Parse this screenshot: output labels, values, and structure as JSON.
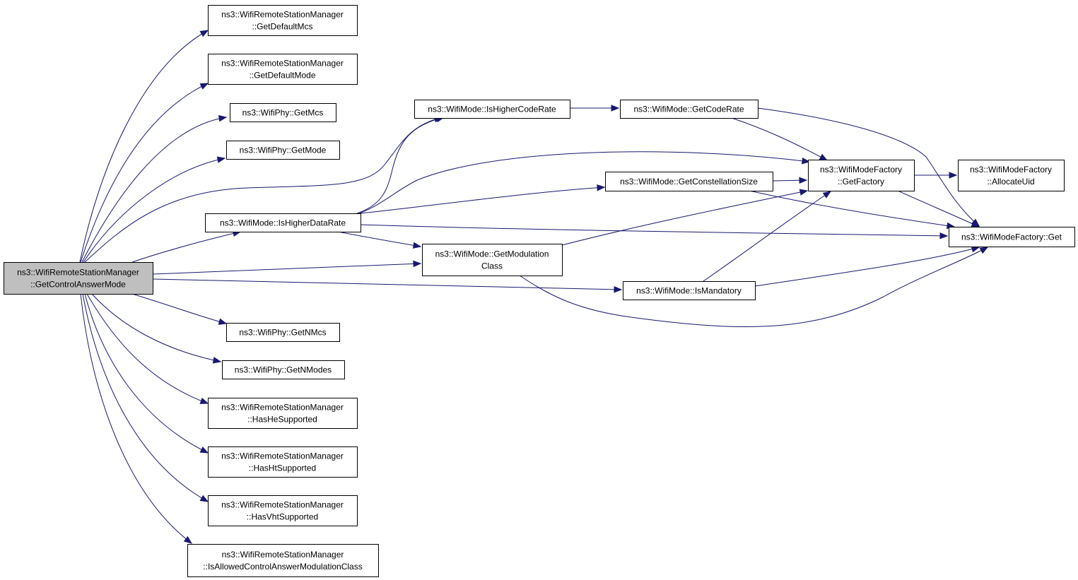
{
  "diagram": {
    "edge_color": "#191970",
    "root_fill": "#bfbfbf",
    "nodes": [
      {
        "id": "root",
        "lines": [
          "ns3::WifiRemoteStationManager",
          "::GetControlAnswerMode"
        ],
        "root": true
      },
      {
        "id": "getDefaultMcs",
        "lines": [
          "ns3::WifiRemoteStationManager",
          "::GetDefaultMcs"
        ]
      },
      {
        "id": "getDefaultMode",
        "lines": [
          "ns3::WifiRemoteStationManager",
          "::GetDefaultMode"
        ]
      },
      {
        "id": "phyGetMcs",
        "lines": [
          "ns3::WifiPhy::GetMcs"
        ]
      },
      {
        "id": "phyGetMode",
        "lines": [
          "ns3::WifiPhy::GetMode"
        ]
      },
      {
        "id": "isHigherDataRate",
        "lines": [
          "ns3::WifiMode::IsHigherDataRate"
        ]
      },
      {
        "id": "isHigherCodeRate",
        "lines": [
          "ns3::WifiMode::IsHigherCodeRate"
        ]
      },
      {
        "id": "getCodeRate",
        "lines": [
          "ns3::WifiMode::GetCodeRate"
        ]
      },
      {
        "id": "getConstellationSize",
        "lines": [
          "ns3::WifiMode::GetConstellationSize"
        ]
      },
      {
        "id": "getModulationClass",
        "lines": [
          "ns3::WifiMode::GetModulation",
          "Class"
        ]
      },
      {
        "id": "isMandatory",
        "lines": [
          "ns3::WifiMode::IsMandatory"
        ]
      },
      {
        "id": "getFactory",
        "lines": [
          "ns3::WifiModeFactory",
          "::GetFactory"
        ]
      },
      {
        "id": "allocateUid",
        "lines": [
          "ns3::WifiModeFactory",
          "::AllocateUid"
        ]
      },
      {
        "id": "factoryGet",
        "lines": [
          "ns3::WifiModeFactory::Get"
        ]
      },
      {
        "id": "phyGetNMcs",
        "lines": [
          "ns3::WifiPhy::GetNMcs"
        ]
      },
      {
        "id": "phyGetNModes",
        "lines": [
          "ns3::WifiPhy::GetNModes"
        ]
      },
      {
        "id": "hasHe",
        "lines": [
          "ns3::WifiRemoteStationManager",
          "::HasHeSupported"
        ]
      },
      {
        "id": "hasHt",
        "lines": [
          "ns3::WifiRemoteStationManager",
          "::HasHtSupported"
        ]
      },
      {
        "id": "hasVht",
        "lines": [
          "ns3::WifiRemoteStationManager",
          "::HasVhtSupported"
        ]
      },
      {
        "id": "isAllowed",
        "lines": [
          "ns3::WifiRemoteStationManager",
          "::IsAllowedControlAnswerModulationClass"
        ]
      }
    ],
    "edges": [
      {
        "from": "root",
        "to": "getDefaultMcs"
      },
      {
        "from": "root",
        "to": "getDefaultMode"
      },
      {
        "from": "root",
        "to": "phyGetMcs"
      },
      {
        "from": "root",
        "to": "phyGetMode"
      },
      {
        "from": "root",
        "to": "isHigherCodeRate"
      },
      {
        "from": "root",
        "to": "isHigherDataRate"
      },
      {
        "from": "root",
        "to": "getModulationClass"
      },
      {
        "from": "root",
        "to": "isMandatory"
      },
      {
        "from": "root",
        "to": "phyGetNMcs"
      },
      {
        "from": "root",
        "to": "phyGetNModes"
      },
      {
        "from": "root",
        "to": "hasHe"
      },
      {
        "from": "root",
        "to": "hasHt"
      },
      {
        "from": "root",
        "to": "hasVht"
      },
      {
        "from": "root",
        "to": "isAllowed"
      },
      {
        "from": "isHigherDataRate",
        "to": "isHigherCodeRate"
      },
      {
        "from": "isHigherDataRate",
        "to": "getFactory"
      },
      {
        "from": "isHigherDataRate",
        "to": "getConstellationSize"
      },
      {
        "from": "isHigherDataRate",
        "to": "factoryGet"
      },
      {
        "from": "isHigherDataRate",
        "to": "getModulationClass"
      },
      {
        "from": "isHigherCodeRate",
        "to": "getCodeRate"
      },
      {
        "from": "getCodeRate",
        "to": "getFactory"
      },
      {
        "from": "getCodeRate",
        "to": "factoryGet"
      },
      {
        "from": "getConstellationSize",
        "to": "getFactory"
      },
      {
        "from": "getConstellationSize",
        "to": "factoryGet"
      },
      {
        "from": "getModulationClass",
        "to": "getFactory"
      },
      {
        "from": "getModulationClass",
        "to": "factoryGet"
      },
      {
        "from": "isMandatory",
        "to": "getFactory"
      },
      {
        "from": "isMandatory",
        "to": "factoryGet"
      },
      {
        "from": "getFactory",
        "to": "allocateUid"
      },
      {
        "from": "getFactory",
        "to": "factoryGet"
      }
    ]
  }
}
